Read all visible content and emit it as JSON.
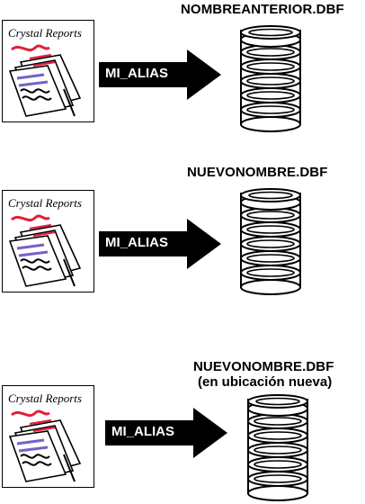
{
  "rows": [
    {
      "report_label": "Crystal Reports",
      "alias": "MI_ALIAS",
      "db_name": "NOMBREANTERIOR.DBF",
      "db_note": ""
    },
    {
      "report_label": "Crystal Reports",
      "alias": "MI_ALIAS",
      "db_name": "NUEVONOMBRE.DBF",
      "db_note": ""
    },
    {
      "report_label": "Crystal Reports",
      "alias": "MI_ALIAS",
      "db_name": "NUEVONOMBRE.DBF",
      "db_note": "(en ubicación nueva)"
    }
  ],
  "colors": {
    "arrow": "#000000",
    "report_red": "#e0203a",
    "report_purple": "#7a5fc8",
    "ink": "#000000"
  },
  "icons": [
    "crystal-reports-document-icon",
    "right-arrow-icon",
    "database-stack-icon"
  ]
}
